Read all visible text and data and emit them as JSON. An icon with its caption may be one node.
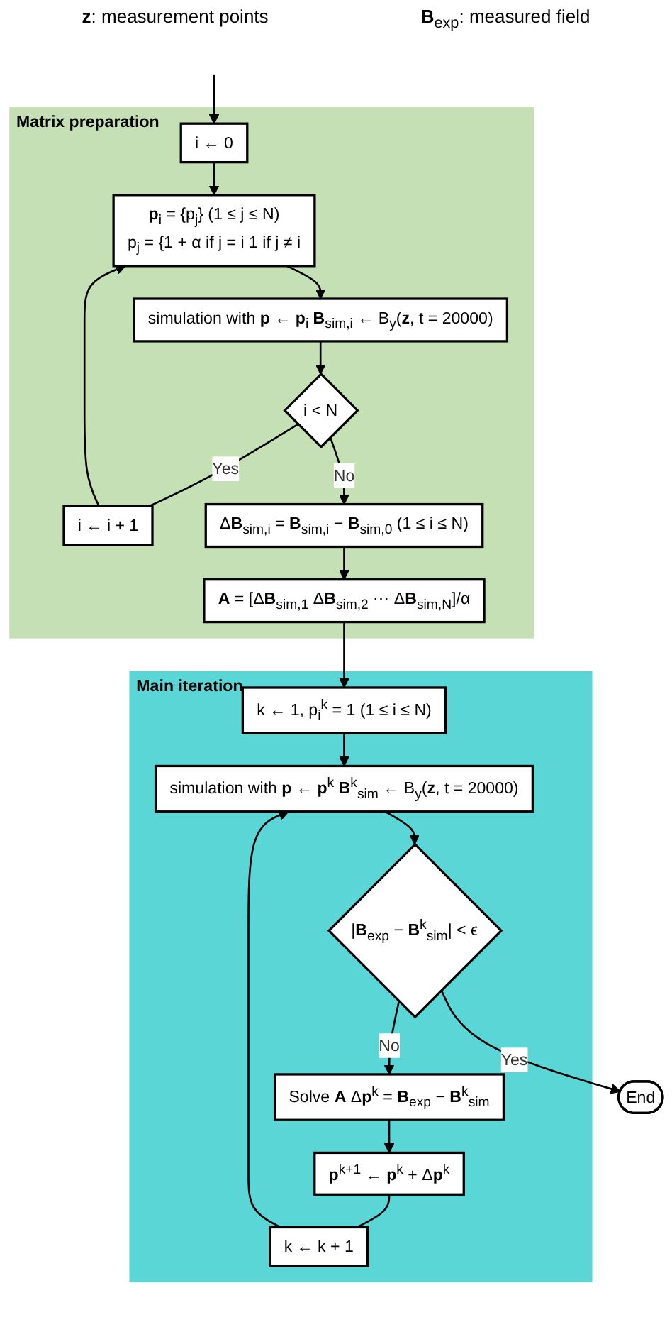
{
  "diagram": {
    "nodes": [
      {
        "text": [
          "Matrix preparation"
        ]
      },
      {
        "text": [
          "i ← 0"
        ],
        "in": 0
      },
      {
        "text": [
          "**p**$_{i}$ = {p$_{j}$}   (1 ≤ j ≤ N)",
          "p$_{j}$ = {1 + α if j = i 1 if j ≠ i"
        ],
        "in": 0
      },
      {
        "text": [
          "simulation with **p** ← **p**$_{i}$ **B**$_{sim,i}$ ← B$_{y}$(**z**, t = 20000)"
        ],
        "in": 0
      },
      {
        "text": [
          "i < N"
        ],
        "in": 0
      },
      {
        "text": [
          "i ← i + 1"
        ],
        "in": 0
      },
      {
        "text": [
          "Δ**B**$_{sim,i}$ = **B**$_{sim,i}$ − **B**$_{sim,0}$  (1 ≤ i ≤ N)"
        ],
        "in": 0
      },
      {
        "text": [
          "**A** = [Δ**B**$_{sim,1}$   Δ**B**$_{sim,2}$   ⋯   Δ**B**$_{sim,N}$]/α"
        ],
        "in": 0
      },
      {
        "text": [
          "Main iteration"
        ]
      },
      {
        "text": [
          "k ← 1, p$_{i}$$^{k}$ = 1  (1 ≤ i ≤ N)"
        ],
        "in": 8
      },
      {
        "text": [
          "simulation with **p** ← **p**$^{k}$ **B**$^{k}$$_{sim}$ ← B$_{y}$(**z**, t = 20000)"
        ],
        "in": 8
      },
      {
        "text": [
          "|**B**$_{exp}$ − **B**$^{k}$$_{sim}$| < ϵ"
        ],
        "in": 8
      },
      {
        "text": [
          "Solve **A** Δ**p**$^{k}$ = **B**$_{exp}$ − **B**$^{k}$$_{sim}$"
        ],
        "in": 8
      },
      {
        "text": [
          "**p**$^{k+1}$ ← **p**$^{k}$ + Δ**p**$^{k}$"
        ],
        "in": 8
      },
      {
        "text": [
          "k ← k + 1"
        ],
        "in": 8
      },
      {
        "text": [
          "End"
        ]
      }
    ],
    "edges": [
      {
        "from": null,
        "to": 1,
        "arrow": "to"
      },
      {
        "from": 1,
        "to": 2,
        "arrow": "to"
      },
      {
        "from": 2,
        "to": 3,
        "arrow": "to"
      },
      {
        "from": 3,
        "to": 4,
        "arrow": "to"
      },
      {
        "from": 4,
        "to": 5,
        "arrow": "none",
        "label": "Yes"
      },
      {
        "from": 5,
        "to": 2,
        "arrow": "to"
      },
      {
        "from": 4,
        "to": 6,
        "arrow": "to",
        "label": "No"
      },
      {
        "from": 6,
        "to": 7,
        "arrow": "to"
      },
      {
        "from": 7,
        "to": 9,
        "arrow": "to"
      },
      {
        "from": 9,
        "to": 10,
        "arrow": "to"
      },
      {
        "from": 10,
        "to": 11,
        "arrow": "to"
      },
      {
        "from": 11,
        "to": 12,
        "arrow": "to",
        "label": "No"
      },
      {
        "from": 12,
        "to": 13,
        "arrow": "to"
      },
      {
        "from": 13,
        "to": 14,
        "arrow": "none"
      },
      {
        "from": 14,
        "to": 10,
        "arrow": "to"
      },
      {
        "from": 11,
        "to": 15,
        "arrow": "to",
        "label": "Yes"
      }
    ],
    "labels": [
      "**z**: measurement points",
      "**B**$_{exp}$: measured field"
    ]
  }
}
